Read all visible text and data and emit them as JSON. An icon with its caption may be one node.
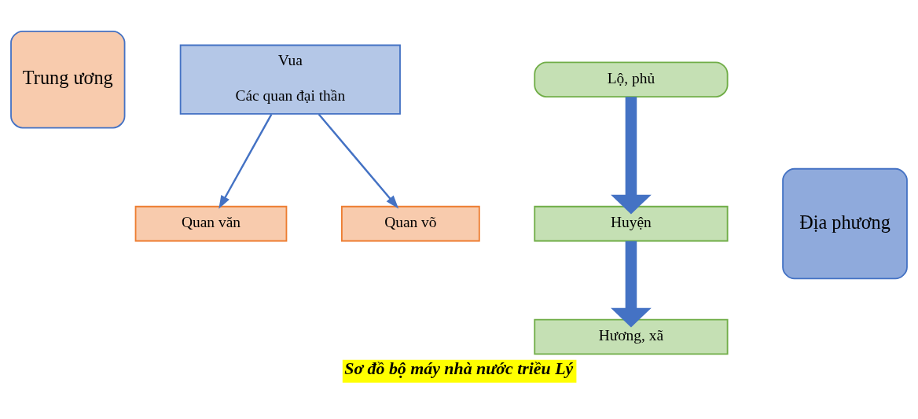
{
  "diagram": {
    "caption": "Sơ đồ bộ máy nhà nước triều Lý",
    "nodes": [
      {
        "text": [
          "Trung ương"
        ]
      },
      {
        "text": [
          "Vua",
          "Các quan đại thần"
        ]
      },
      {
        "text": [
          "Quan văn"
        ]
      },
      {
        "text": [
          "Quan võ"
        ]
      },
      {
        "text": [
          "Lộ, phủ"
        ]
      },
      {
        "text": [
          "Huyện"
        ]
      },
      {
        "text": [
          "Hương, xã"
        ]
      },
      {
        "text": [
          "Địa phương"
        ]
      }
    ],
    "edges": [
      {
        "from": 1,
        "to": 2,
        "arrow": "to"
      },
      {
        "from": 1,
        "to": 3,
        "arrow": "to"
      },
      {
        "from": 4,
        "to": 5,
        "arrow": "to",
        "style": "thick"
      },
      {
        "from": 5,
        "to": 6,
        "arrow": "to",
        "style": "thick"
      }
    ]
  }
}
